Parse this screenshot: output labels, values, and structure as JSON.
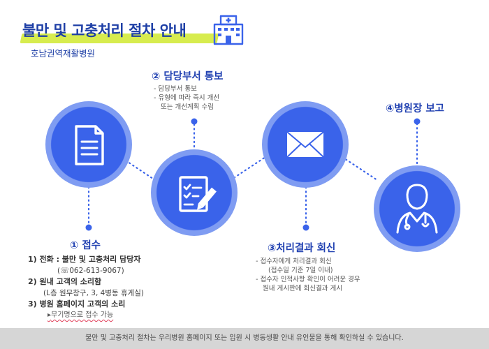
{
  "header": {
    "title": "불만 및 고충처리 절차 안내",
    "subtitle": "호남권역재활병원",
    "icon": "hospital-building-icon",
    "colors": {
      "title": "#1e3fa6",
      "highlight": "#d7ec4e"
    }
  },
  "steps": [
    {
      "label": "① 접수",
      "icon": "document-icon",
      "items": [
        {
          "title": "1) 전화 : 불만 및 고충처리 담당자",
          "detail": "(☏062-613-9067)"
        },
        {
          "title": "2) 원내 고객의 소리함",
          "detail": "(L층 원무창구, 3, 4병동 휴게실)"
        },
        {
          "title": "3) 병원 홈페이지 고객의 소리",
          "detail": "무기명으로 접수 가능"
        }
      ]
    },
    {
      "label": "② 담당부서 통보",
      "icon": "checklist-icon",
      "desc": [
        "- 담당부서 통보",
        "- 유형에 따라 즉시 개선",
        "또는 개선계획 수립"
      ]
    },
    {
      "label": "③처리결과 회신",
      "icon": "envelope-icon",
      "desc": [
        "- 접수자에게 처리결과 회신",
        "(접수일 기준 7일 이내)",
        "- 접수자 인적사항 확인이 어려운 경우",
        "원내 게시판에 회신결과 게시"
      ]
    },
    {
      "label": "④병원장 보고",
      "icon": "doctor-icon"
    }
  ],
  "footer": {
    "text": "불만 및 고충처리 절차는 우리병원 홈페이지 또는 입원 시 병동생활 안내 유인물을 통해 확인하실 수 있습니다."
  },
  "colors": {
    "circle": "#3a63ea",
    "ring": "#7f9cf2",
    "label_highlight": "#f7c949",
    "footer_bg": "#d6d6d6"
  }
}
